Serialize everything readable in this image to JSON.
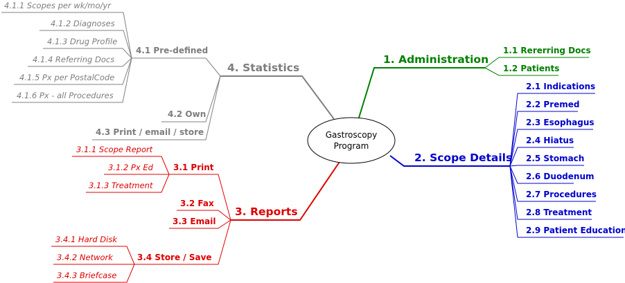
{
  "center": {
    "line1": "Gastroscopy",
    "line2": "Program"
  },
  "colors": {
    "administration": "#008000",
    "scope_details": "#0000cc",
    "reports": "#dd0000",
    "statistics": "#7d7d7d"
  },
  "administration": {
    "title": "1. Administration",
    "items": [
      "1.1 Rererring Docs",
      "1.2 Patients"
    ]
  },
  "scope_details": {
    "title": "2. Scope Details",
    "items": [
      "2.1 Indications",
      "2.2 Premed",
      "2.3 Esophagus",
      "2.4 Hiatus",
      "2.5 Stomach",
      "2.6 Duodenum",
      "2.7 Procedures",
      "2.8 Treatment",
      "2.9 Patient Education"
    ]
  },
  "reports": {
    "title": "3. Reports",
    "print": {
      "label": "3.1 Print",
      "items": [
        "3.1.1 Scope Report",
        "3.1.2 Px Ed",
        "3.1.3 Treatment"
      ]
    },
    "fax": "3.2 Fax",
    "email": "3.3 Email",
    "store": {
      "label": "3.4 Store / Save",
      "items": [
        "3.4.1 Hard Disk",
        "3.4.2 Network",
        "3.4.3 Briefcase"
      ]
    }
  },
  "statistics": {
    "title": "4. Statistics",
    "predefined": {
      "label": "4.1 Pre-defined",
      "items": [
        "4.1.1 Scopes per wk/mo/yr",
        "4.1.2 Diagnoses",
        "4.1.3 Drug Profile",
        "4.1.4 Referring Docs",
        "4.1.5 Px per PostalCode",
        "4.1.6 Px - all Procedures"
      ]
    },
    "own": "4.2 Own",
    "print": "4.3 Print / email / store"
  }
}
